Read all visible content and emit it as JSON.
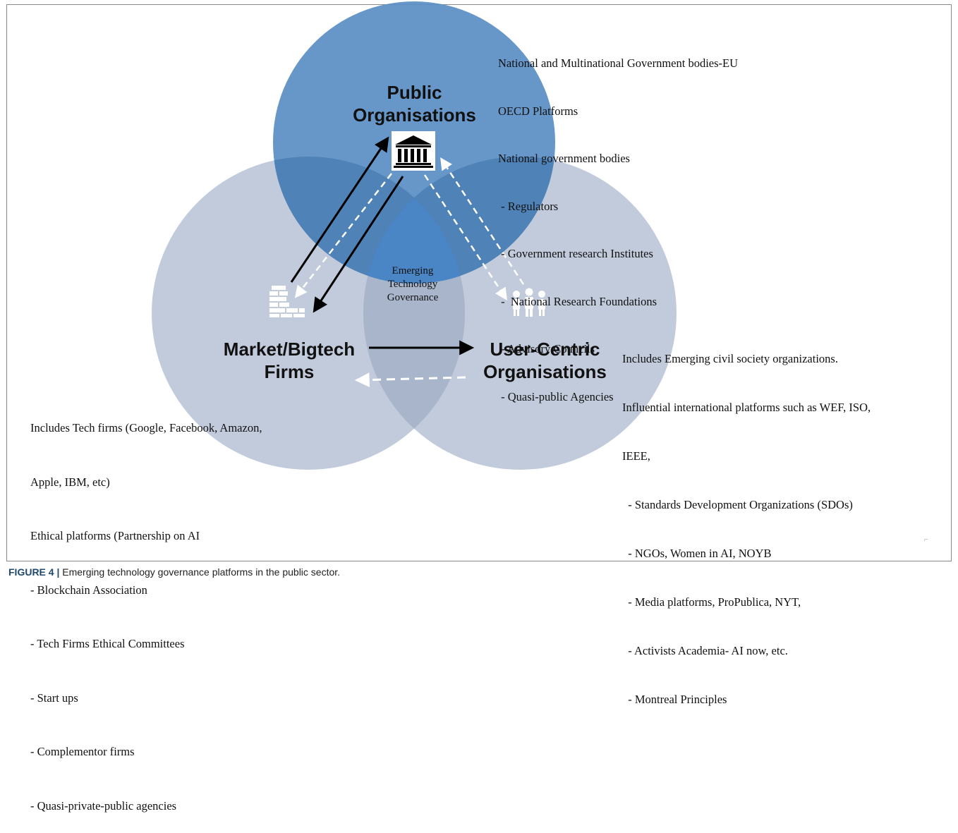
{
  "diagram": {
    "colors": {
      "public_circle": "#5b8fc4",
      "side_circles": "#b9c4d6",
      "overlap_center": "#4a86c5",
      "arrow_solid": "#000000",
      "arrow_dashed": "#ffffff",
      "icon": "#ffffff"
    },
    "public": {
      "title_line1": "Public",
      "title_line2": "Organisations",
      "icon": "government-building-icon",
      "notes": [
        "National and Multinational Government bodies-EU",
        "OECD Platforms",
        "National government bodies",
        " - Regulators",
        " - Government research Institutes",
        " -  National Research Foundations",
        " - Advisory Councils",
        " - Quasi-public Agencies"
      ]
    },
    "center": {
      "line1": "Emerging",
      "line2": "Technology",
      "line3": "Governance"
    },
    "market": {
      "title_line1": "Market/Bigtech",
      "title_line2": "Firms",
      "icon": "brick-building-icon",
      "notes": [
        "Includes Tech firms (Google, Facebook, Amazon,",
        "Apple, IBM, etc)",
        "Ethical platforms (Partnership on AI",
        "- Blockchain Association",
        "- Tech Firms Ethical Committees",
        "- Start ups",
        "- Complementor firms",
        "- Quasi-private-public agencies"
      ]
    },
    "user": {
      "title_line1": "User-Centric",
      "title_line2": "Organisations",
      "icon": "people-group-icon",
      "notes": [
        "Includes Emerging civil society organizations.",
        "Influential international platforms such as WEF, ISO,",
        "IEEE,",
        "  - Standards Development Organizations (SDOs)",
        "  - NGOs, Women in AI, NOYB",
        "  - Media platforms, ProPublica, NYT,",
        "  - Activists Academia- AI now, etc.",
        "  - Montreal Principles"
      ]
    }
  },
  "caption": {
    "label": "FIGURE 4 |",
    "text": " Emerging technology governance platforms in the public sector."
  }
}
